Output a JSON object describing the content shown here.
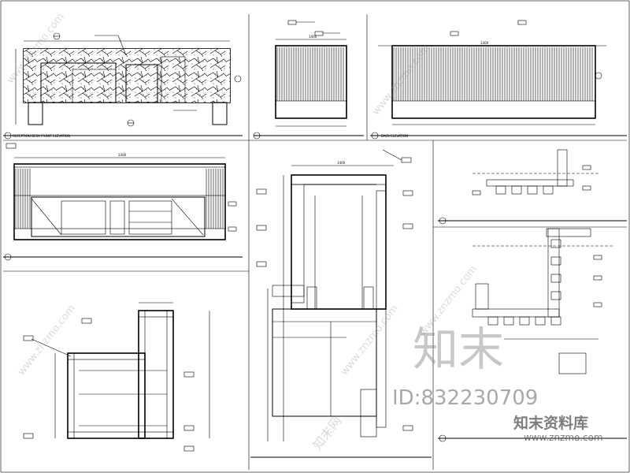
{
  "drawing": {
    "panels": [
      {
        "id": "reception-desk-front-elevation",
        "title": "RECEPTION DESK FRONT ELEVATION"
      },
      {
        "id": "side-elevation-a",
        "title": ""
      },
      {
        "id": "back-elevation",
        "title": "BACK ELEVATION"
      },
      {
        "id": "rear-elevation",
        "title": ""
      },
      {
        "id": "section-large",
        "title": ""
      },
      {
        "id": "detail-top",
        "title": ""
      },
      {
        "id": "plan-bottom-left",
        "title": ""
      },
      {
        "id": "detail-bottom-right",
        "title": ""
      }
    ],
    "dims": {
      "d1": "3300",
      "d2": "1400",
      "d3": "1400",
      "d4": "3300",
      "d5": "3300"
    }
  },
  "watermarks": {
    "site": "www.znzmo.com",
    "brand_cn": "知末",
    "id": "ID:832230709",
    "brand_full": "知末资料库",
    "domain": "www.znzmo.com",
    "site_cn": "知末网"
  }
}
